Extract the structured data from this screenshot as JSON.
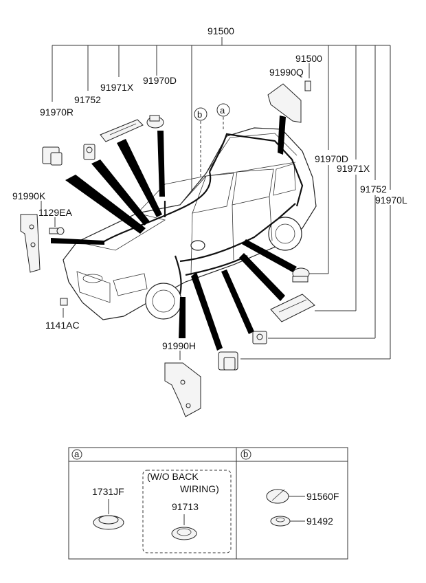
{
  "callouts": {
    "top": "91500",
    "top_right": "91500",
    "c_91990Q": "91990Q",
    "c_91971X_top": "91971X",
    "c_91970D_top": "91970D",
    "c_91752_top": "91752",
    "c_91970R": "91970R",
    "c_91990K": "91990K",
    "c_1129EA": "1129EA",
    "c_1141AC": "1141AC",
    "c_91970D_right": "91970D",
    "c_91971X_right": "91971X",
    "c_91752_right": "91752",
    "c_91970L": "91970L",
    "c_91990H": "91990H",
    "marker_a": "a",
    "marker_b": "b"
  },
  "legend": {
    "a_label": "a",
    "b_label": "b",
    "part_1731JF": "1731JF",
    "group_note_line1": "(W/O BACK",
    "group_note_line2": "WIRING)",
    "part_91713": "91713",
    "part_91560F": "91560F",
    "part_91492": "91492"
  }
}
